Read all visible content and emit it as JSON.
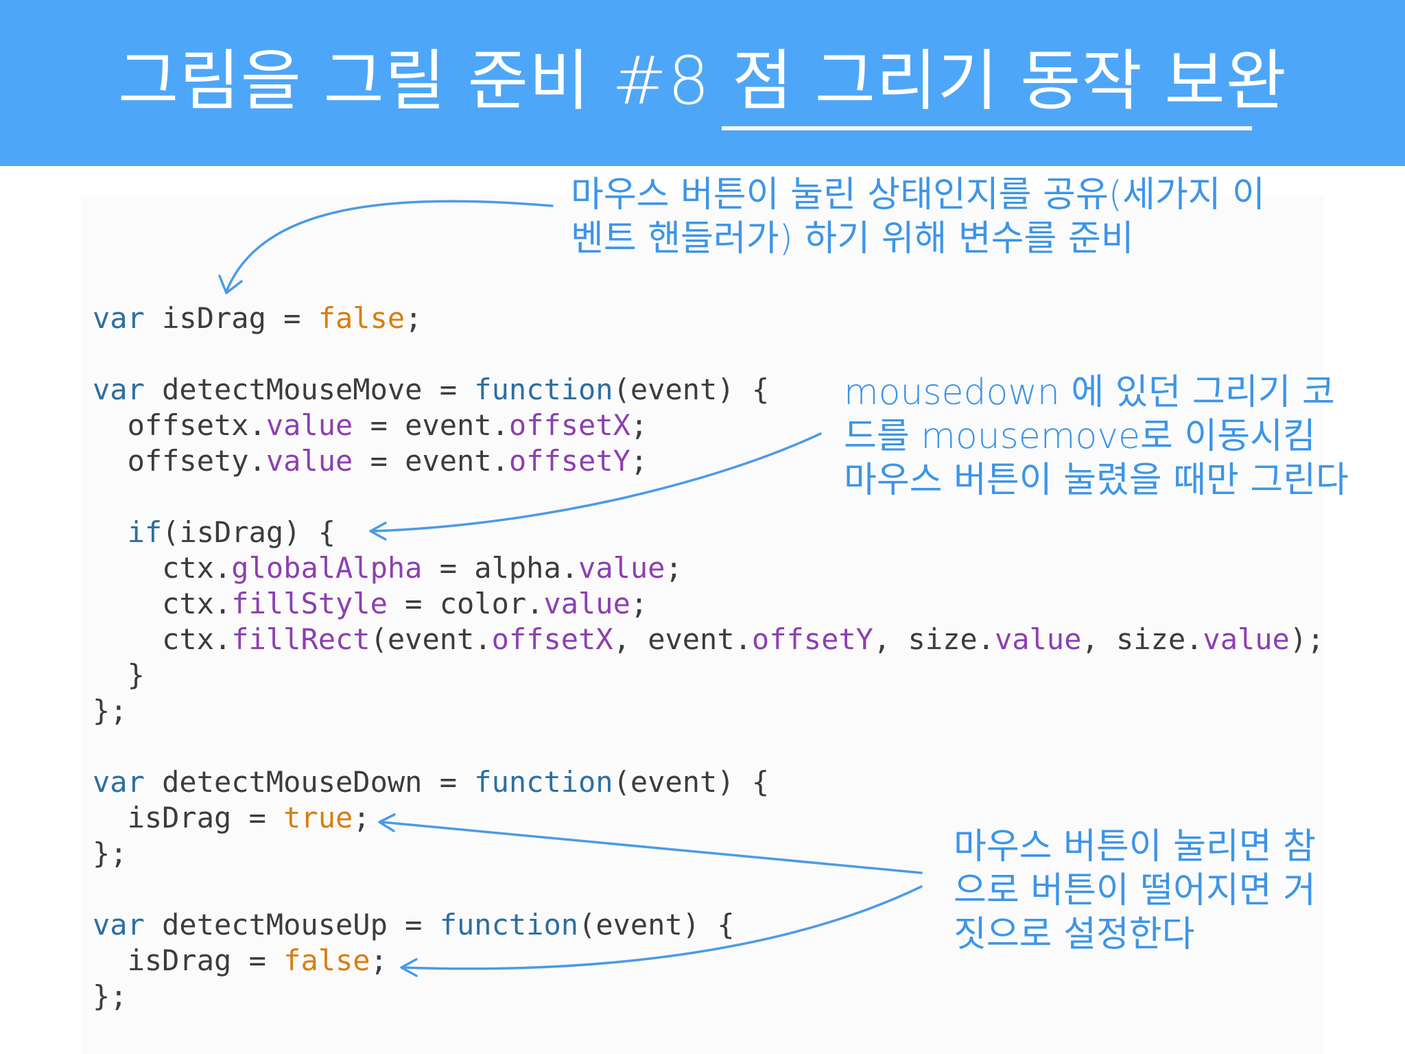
{
  "slide": {
    "title_part1": "그림을 그릴 준비 #8 ",
    "title_part2": "점 그리기 동작 보완"
  },
  "annotations": {
    "shared_variable": [
      "마우스 버튼이 눌린 상태인지를 공유(세가지 이",
      "벤트 핸들러가) 하기 위해 변수를 준비"
    ],
    "move_drawing": [
      "mousedown 에 있던 그리기 코",
      "드를 mousemove로 이동시킴",
      "마우스 버튼이 눌렸을 때만 그린다"
    ],
    "toggle_flag": [
      "마우스 버튼이 눌리면 참",
      "으로 버튼이 떨어지면 거",
      "짓으로 설정한다"
    ]
  },
  "code": {
    "kw_var": "var",
    "kw_function": "function",
    "kw_if": "if",
    "val_false": "false",
    "val_true": "true",
    "line1_rest": " isDrag = ",
    "semicolon": ";",
    "move_decl": " detectMouseMove = ",
    "event_param": "(event) {",
    "offsetx_obj": "  offsetx.",
    "offsety_obj": "  offsety.",
    "value": "value",
    "assign_event": " = event.",
    "offsetX": "offsetX",
    "offsetY": "offsetY",
    "if_cond": "(isDrag) {",
    "ctx": "    ctx.",
    "globalAlpha": "globalAlpha",
    "assign_alpha": " = alpha.",
    "fillStyle": "fillStyle",
    "assign_color": " = color.",
    "fillRect": "fillRect",
    "fillrect_arg1": "(event.",
    "fillrect_arg2": ", event.",
    "fillrect_arg3": ", size.",
    "fillrect_end": ");",
    "inner_close": "  }",
    "func_close": "};",
    "down_decl": " detectMouseDown = ",
    "up_decl": " detectMouseUp = ",
    "isdrag_assign": "  isDrag = "
  },
  "colors": {
    "header_bg": "#4ea6f8",
    "annotation": "#3d95e8",
    "keyword": "#2d6fa0",
    "boolean": "#d87e12",
    "property": "#8d3fb0",
    "code_text": "#3c3c3c"
  }
}
